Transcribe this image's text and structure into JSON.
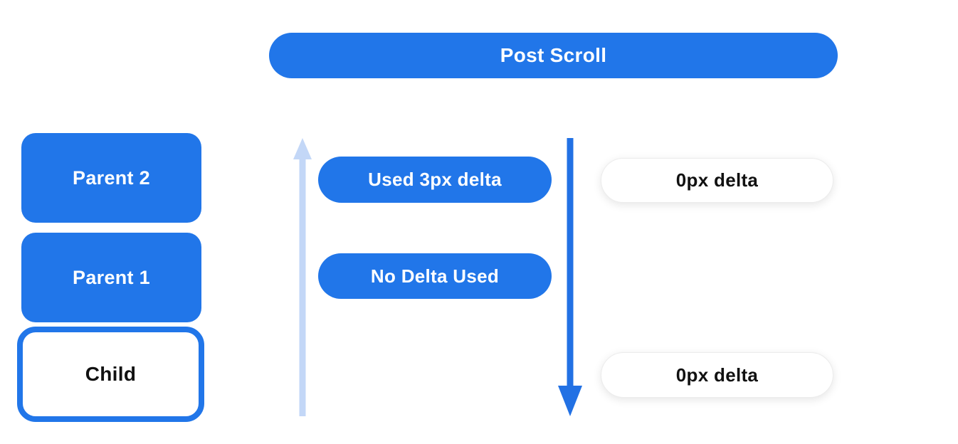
{
  "header_pill": {
    "label": "Post Scroll"
  },
  "left_column": {
    "boxes": [
      {
        "id": "parent-2",
        "label": "Parent 2",
        "style": "filled"
      },
      {
        "id": "parent-1",
        "label": "Parent 1",
        "style": "filled"
      },
      {
        "id": "child",
        "label": "Child",
        "style": "outlined"
      }
    ]
  },
  "center_column": {
    "up_arrow_icon": "up-scroll-direction-arrow",
    "down_arrow_icon": "down-scroll-direction-arrow",
    "pills": [
      {
        "label": "Used 3px delta"
      },
      {
        "label": "No Delta Used"
      }
    ]
  },
  "right_column": {
    "pills": [
      {
        "label": "0px delta"
      },
      {
        "label": "0px delta"
      }
    ]
  },
  "colors": {
    "blue": "#2176e9",
    "up_arrow_light_blue": "#c3d7f7",
    "down_arrow_blue": "#2271e4",
    "pill_text_white": "#ffffff",
    "text_black": "#111111",
    "white_pill_border": "#ececec"
  }
}
